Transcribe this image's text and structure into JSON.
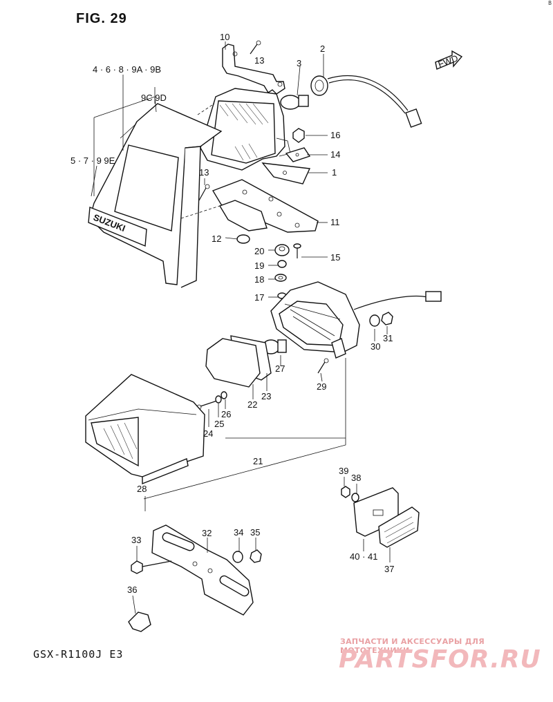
{
  "figure_title": "FIG. 29",
  "model_code": "GSX-R1100J  E3",
  "direction_marker": "FWD",
  "corner_mark": "B",
  "watermark": {
    "tagline": "ЗАПЧАСТИ И АКСЕССУАРЫ ДЛЯ МОТОТЕХНИКИ",
    "logo": "PARTSFOR.RU"
  },
  "brand_badge": "SUZUKI",
  "callouts": [
    {
      "id": "c1",
      "label": "1"
    },
    {
      "id": "c2",
      "label": "2"
    },
    {
      "id": "c3",
      "label": "3"
    },
    {
      "id": "c10",
      "label": "10"
    },
    {
      "id": "c11",
      "label": "11"
    },
    {
      "id": "c12",
      "label": "12"
    },
    {
      "id": "c13a",
      "label": "13"
    },
    {
      "id": "c13b",
      "label": "13"
    },
    {
      "id": "c14",
      "label": "14"
    },
    {
      "id": "c15",
      "label": "15"
    },
    {
      "id": "c16",
      "label": "16"
    },
    {
      "id": "c17",
      "label": "17"
    },
    {
      "id": "c18",
      "label": "18"
    },
    {
      "id": "c19",
      "label": "19"
    },
    {
      "id": "c20",
      "label": "20"
    },
    {
      "id": "c21",
      "label": "21"
    },
    {
      "id": "c22",
      "label": "22"
    },
    {
      "id": "c23",
      "label": "23"
    },
    {
      "id": "c24",
      "label": "24"
    },
    {
      "id": "c25",
      "label": "25"
    },
    {
      "id": "c26",
      "label": "26"
    },
    {
      "id": "c27",
      "label": "27"
    },
    {
      "id": "c28",
      "label": "28"
    },
    {
      "id": "c29",
      "label": "29"
    },
    {
      "id": "c30",
      "label": "30"
    },
    {
      "id": "c31",
      "label": "31"
    },
    {
      "id": "c32",
      "label": "32"
    },
    {
      "id": "c33",
      "label": "33"
    },
    {
      "id": "c34",
      "label": "34"
    },
    {
      "id": "c35",
      "label": "35"
    },
    {
      "id": "c36",
      "label": "36"
    },
    {
      "id": "c37",
      "label": "37"
    },
    {
      "id": "c38",
      "label": "38"
    },
    {
      "id": "c39",
      "label": "39"
    },
    {
      "id": "c4069",
      "label": "4 · 6 · 8 · 9A · 9B"
    },
    {
      "id": "c9c9d",
      "label": "9C  9D"
    },
    {
      "id": "c5799e",
      "label": "5 · 7 · 9  9E"
    },
    {
      "id": "c4041",
      "label": "40 · 41"
    }
  ]
}
